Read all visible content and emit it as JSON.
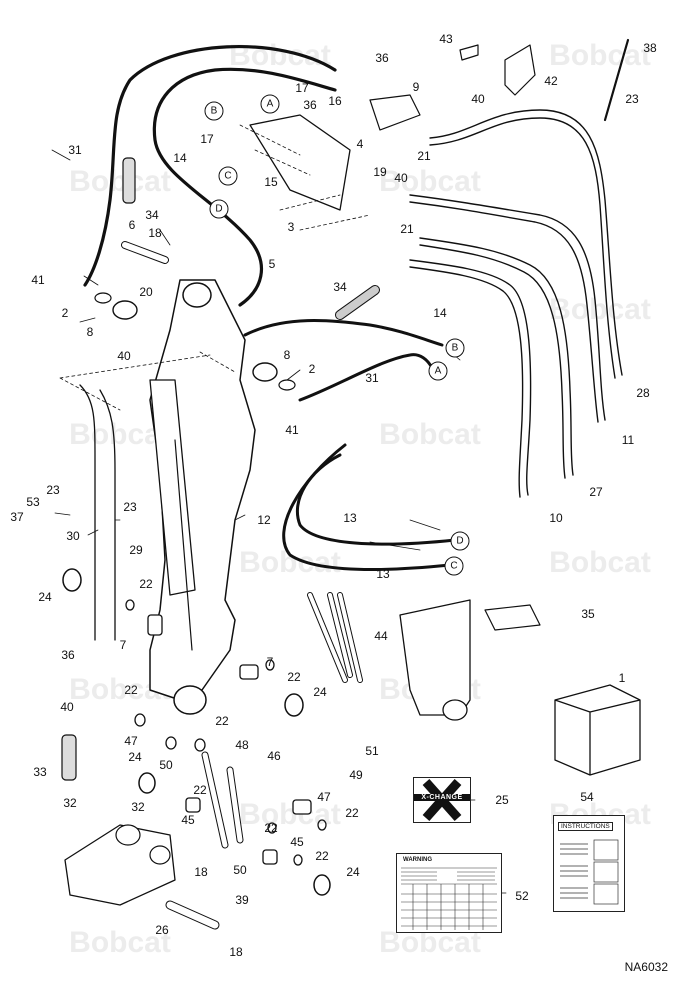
{
  "drawing_number": "NA6032",
  "watermark": "Bobcat",
  "stickers": {
    "xchange": "X-CHANGE",
    "warning": "WARNING",
    "instructions": "INSTRUCTIONS"
  },
  "connector_letters": [
    "A",
    "B",
    "C",
    "D"
  ],
  "callouts": [
    "1",
    "2",
    "3",
    "4",
    "5",
    "6",
    "7",
    "8",
    "9",
    "10",
    "11",
    "12",
    "13",
    "14",
    "15",
    "16",
    "17",
    "18",
    "19",
    "20",
    "21",
    "22",
    "23",
    "24",
    "25",
    "26",
    "27",
    "28",
    "29",
    "30",
    "31",
    "32",
    "33",
    "34",
    "35",
    "36",
    "37",
    "38",
    "39",
    "40",
    "41",
    "42",
    "43",
    "44",
    "45",
    "46",
    "47",
    "48",
    "49",
    "50",
    "51",
    "52",
    "53",
    "54"
  ]
}
